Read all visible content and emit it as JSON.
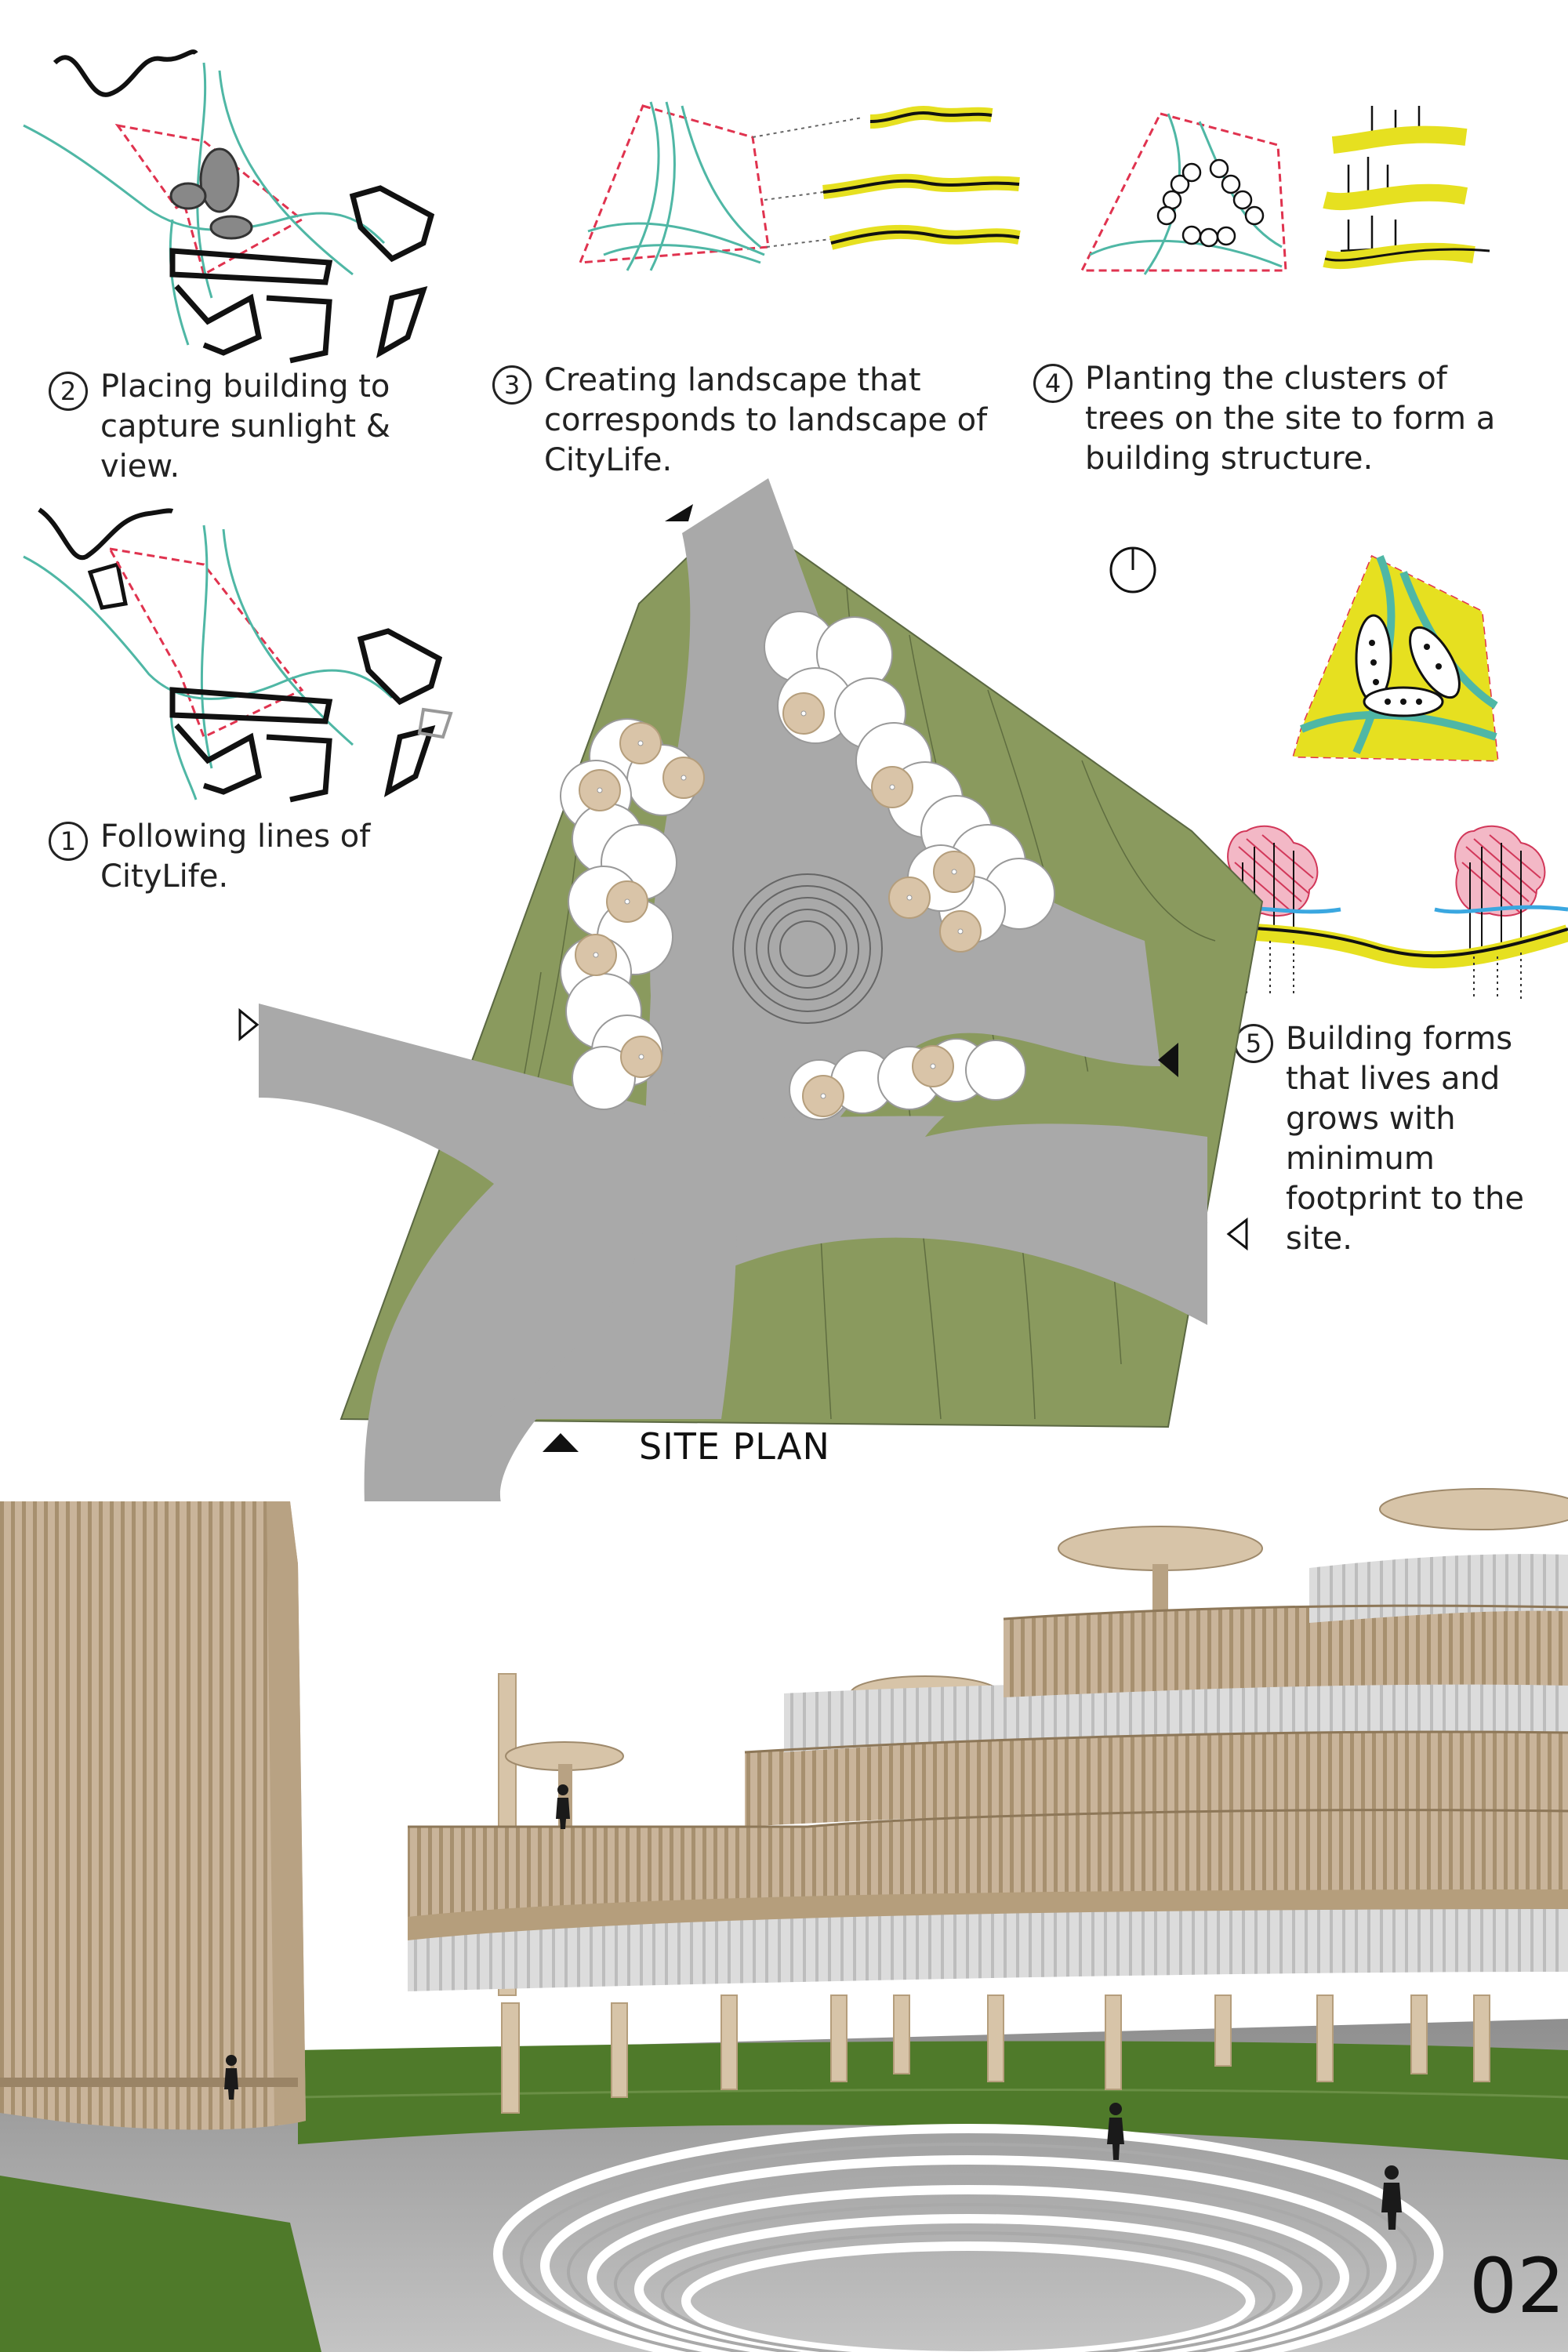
{
  "steps": [
    {
      "number": "1",
      "text": "Following lines of CityLife."
    },
    {
      "number": "2",
      "text": "Placing building to capture sunlight & view."
    },
    {
      "number": "3",
      "text": "Creating landscape that corresponds to landscape of CityLife."
    },
    {
      "number": "4",
      "text": "Planting the clusters of trees on the site to form a building structure."
    },
    {
      "number": "5",
      "text": "Building forms that lives and grows with minimum footprint to the site."
    }
  ],
  "site_plan": {
    "label": "SITE PLAN"
  },
  "page_number": "02",
  "colors": {
    "grass": "#8a9a5e",
    "path": "#a9a9a9",
    "highlight": "#e6e020",
    "sketch_line": "#4fb7a5",
    "boundary": "#e0334f",
    "wood": "#c9b49a"
  },
  "icons": [
    "north-arrow-icon",
    "entrance-arrow-icon",
    "step-number-icon"
  ]
}
